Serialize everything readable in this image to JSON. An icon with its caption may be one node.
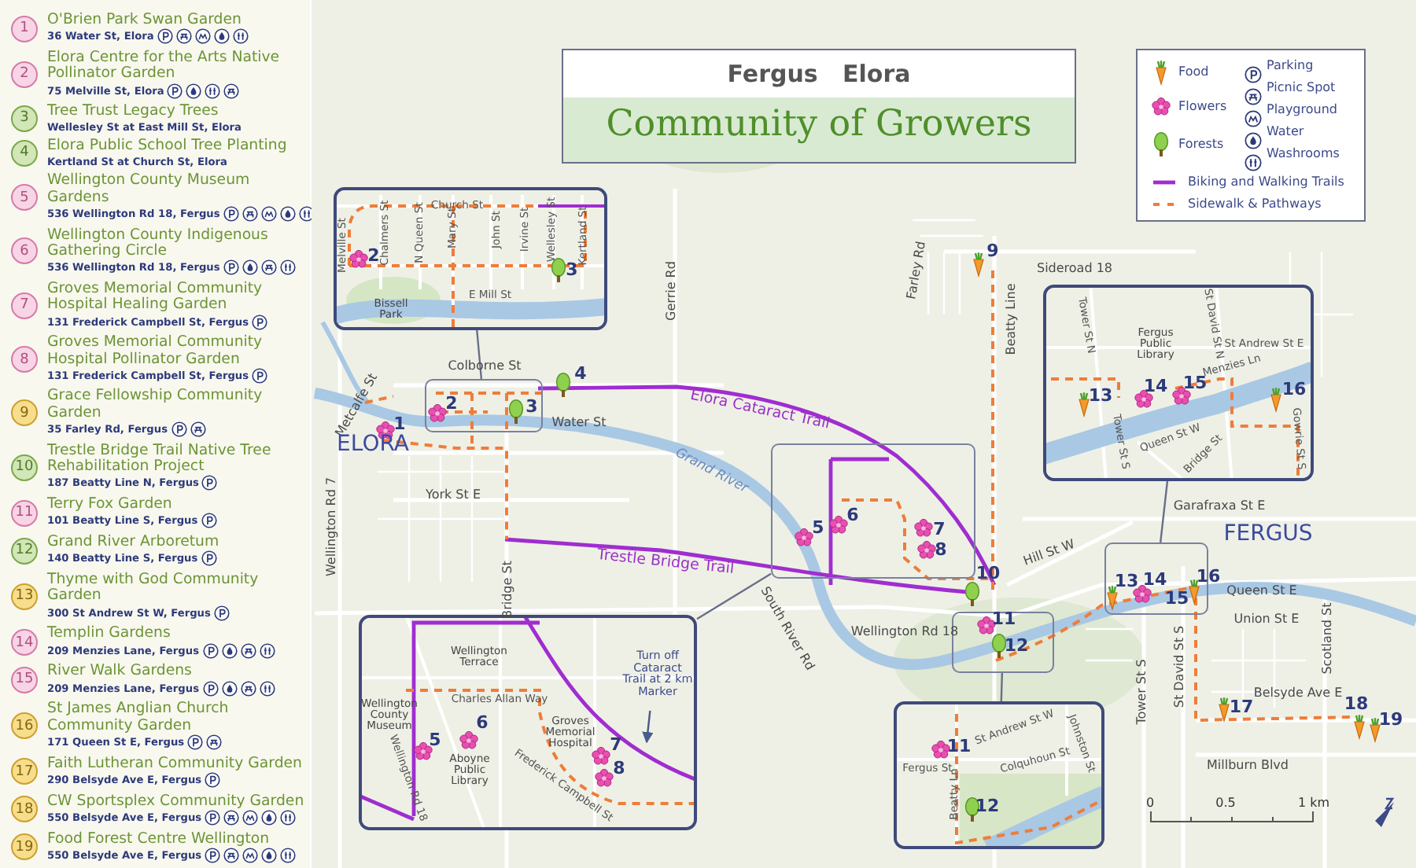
{
  "diagram": {
    "title": "Community of Growers",
    "nodes": [
      {
        "text": [
          "Church St",
          "Melville St",
          "Chalmers St",
          "N Queen St",
          "Mary St",
          "John St",
          "Irvine St",
          "Wellesley St",
          "Kertland St",
          "2",
          "3",
          "E Mill St",
          "Bissell Park"
        ]
      },
      {
        "text": [],
        "shape": "box"
      },
      {
        "text": [
          "Wellington Terrace",
          "Charles Allan Way",
          "Wellington County Museum",
          "6",
          "5",
          "Groves Memorial Hospital",
          "7",
          "Aboyne Public Library",
          "8",
          "Wellington Rd 18",
          "Frederick Campbell St"
        ]
      },
      {
        "text": [
          "Turn off Cataract Trail at 2 km Marker"
        ],
        "in": 2
      },
      {
        "text": [],
        "shape": "box"
      },
      {
        "text": [
          "Tower St N",
          "St David St N",
          "Fergus Public Library",
          "St Andrew St E",
          "Menzies Ln",
          "13",
          "14",
          "15",
          "16",
          "Queen St W",
          "Tower St S",
          "Bridge St",
          "Gowrie St S"
        ]
      },
      {
        "text": [],
        "shape": "box"
      },
      {
        "text": [
          "St Andrew St W",
          "Johnston St",
          "11",
          "Fergus St",
          "Colquhoun St",
          "Beatty Ln",
          "12"
        ]
      },
      {
        "text": [],
        "shape": "box"
      }
    ],
    "edges": [
      {
        "from": 1,
        "to": 0,
        "arrow": "none"
      },
      {
        "from": 4,
        "to": 2,
        "arrow": "none"
      },
      {
        "from": 6,
        "to": 5,
        "arrow": "none"
      },
      {
        "from": 8,
        "to": 7,
        "arrow": "none"
      },
      {
        "from": 3,
        "to": null,
        "arrow": "to"
      }
    ],
    "labels": [
      "1",
      "O'Brien Park Swan Garden",
      "36 Water St, Elora",
      "2",
      "Elora Centre for the Arts Native Pollinator Garden",
      "75 Melville St, Elora",
      "3",
      "Tree Trust Legacy Trees",
      "Wellesley St at East Mill St, Elora",
      "4",
      "Elora Public School Tree Planting",
      "Kertland St at Church St, Elora",
      "5",
      "Wellington County Museum Gardens",
      "536 Wellington Rd 18, Fergus",
      "6",
      "Wellington County Indigenous Gathering Circle",
      "536 Wellington Rd 18, Fergus",
      "7",
      "Groves Memorial Community Hospital Healing Garden",
      "131 Frederick Campbell St, Fergus",
      "8",
      "Groves Memorial Community Hospital Pollinator Garden",
      "131 Frederick Campbell St, Fergus",
      "9",
      "Grace Fellowship Community Garden",
      "35 Farley Rd, Fergus",
      "10",
      "Trestle Bridge Trail Native Tree Rehabilitation Project",
      "187 Beatty Line N, Fergus",
      "11",
      "Terry Fox Garden",
      "101 Beatty Line S, Fergus",
      "12",
      "Grand River Arboretum",
      "140 Beatty Line S, Fergus",
      "13",
      "Thyme with God Community Garden",
      "300 St Andrew St W, Fergus",
      "14",
      "Templin Gardens",
      "209 Menzies Lane, Fergus",
      "15",
      "River Walk Gardens",
      "209 Menzies Lane, Fergus",
      "16",
      "St James Anglian Church Community Garden",
      "171 Queen St E, Fergus",
      "17",
      "Faith Lutheran Community Garden",
      "290 Belsyde Ave E, Fergus",
      "18",
      "CW Sportsplex Community Garden",
      "550 Belsyde Ave E, Fergus",
      "19",
      "Food Forest Centre Wellington",
      "550 Belsyde Ave E, Fergus",
      "Fergus   Elora",
      "Farley Rd",
      "9",
      "Sideroad 18",
      "Gerrie Rd",
      "Beatty Line",
      "Colborne St",
      "4",
      "Metcalfe St",
      "2",
      "3",
      "Water St",
      "Elora Cataract Trail",
      "1",
      "ELORA",
      "Grand River",
      "York St E",
      "Garafraxa St E",
      "Wellington Rd 7",
      "5",
      "6",
      "7",
      "FERGUS",
      "Trestle Bridge Trail",
      "8",
      "Hill St W",
      "Bridge St",
      "10",
      "13",
      "14",
      "15",
      "16",
      "Queen St E",
      "South River Rd",
      "Wellington Rd 18",
      "11",
      "Union St E",
      "12",
      "Scotland St",
      "Tower St S",
      "St David St S",
      "17",
      "Belsyde Ave E",
      "18",
      "19",
      "Millburn Blvd",
      "0",
      "0.5",
      "1 km"
    ],
    "legend": [
      {
        "text": "Food"
      },
      {
        "text": "Flowers"
      },
      {
        "text": "Forests"
      },
      {
        "text": "Parking"
      },
      {
        "text": "Picnic Spot"
      },
      {
        "text": "Playground"
      },
      {
        "text": "Water"
      },
      {
        "text": "Washrooms"
      },
      {
        "text": "Biking and Walking Trails"
      },
      {
        "text": "Sidewalk & Pathways"
      }
    ]
  }
}
